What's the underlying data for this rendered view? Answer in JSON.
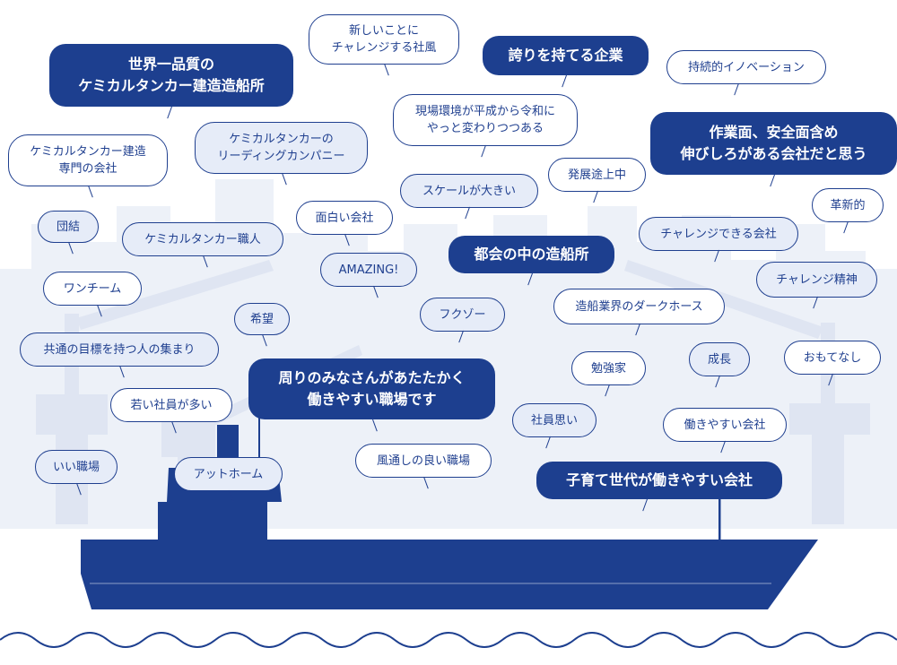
{
  "colors": {
    "navy": "#1d3f8f",
    "light_blue": "#e6ecf8",
    "background_city": "#edf1f8",
    "white": "#ffffff"
  },
  "bubbles": [
    {
      "id": "world-quality",
      "text": "世界一品質の\nケミカルタンカー建造造船所",
      "style": "dark"
    },
    {
      "id": "new-challenge",
      "text": "新しいことに\nチャレンジする社風",
      "style": "white"
    },
    {
      "id": "proud-company",
      "text": "誇りを持てる企業",
      "style": "dark"
    },
    {
      "id": "sustainable-innovation",
      "text": "持続的イノベーション",
      "style": "white"
    },
    {
      "id": "workplace-change",
      "text": "現場環境が平成から令和に\nやっと変わりつつある",
      "style": "white"
    },
    {
      "id": "room-to-grow",
      "text": "作業面、安全面含め\n伸びしろがある会社だと思う",
      "style": "dark"
    },
    {
      "id": "specialist",
      "text": "ケミカルタンカー建造\n専門の会社",
      "style": "white"
    },
    {
      "id": "leading-company",
      "text": "ケミカルタンカーの\nリーディングカンパニー",
      "style": "light"
    },
    {
      "id": "growing",
      "text": "発展途上中",
      "style": "white"
    },
    {
      "id": "large-scale",
      "text": "スケールが大きい",
      "style": "light"
    },
    {
      "id": "innovative",
      "text": "革新的",
      "style": "white"
    },
    {
      "id": "unity",
      "text": "団結",
      "style": "light"
    },
    {
      "id": "craftsman",
      "text": "ケミカルタンカー職人",
      "style": "light"
    },
    {
      "id": "interesting",
      "text": "面白い会社",
      "style": "white"
    },
    {
      "id": "urban-shipyard",
      "text": "都会の中の造船所",
      "style": "dark"
    },
    {
      "id": "can-challenge",
      "text": "チャレンジできる会社",
      "style": "light"
    },
    {
      "id": "amazing",
      "text": "AMAZING!",
      "style": "light"
    },
    {
      "id": "one-team",
      "text": "ワンチーム",
      "style": "white"
    },
    {
      "id": "challenge-spirit",
      "text": "チャレンジ精神",
      "style": "light"
    },
    {
      "id": "dark-horse",
      "text": "造船業界のダークホース",
      "style": "white"
    },
    {
      "id": "hope",
      "text": "希望",
      "style": "light"
    },
    {
      "id": "fukuzo",
      "text": "フクゾー",
      "style": "light"
    },
    {
      "id": "common-goal",
      "text": "共通の目標を持つ人の集まり",
      "style": "light"
    },
    {
      "id": "growth",
      "text": "成長",
      "style": "light"
    },
    {
      "id": "hospitality",
      "text": "おもてなし",
      "style": "white"
    },
    {
      "id": "warm-people",
      "text": "周りのみなさんがあたたかく\n働きやすい職場です",
      "style": "dark"
    },
    {
      "id": "hardworking",
      "text": "勉強家",
      "style": "white"
    },
    {
      "id": "young-staff",
      "text": "若い社員が多い",
      "style": "white"
    },
    {
      "id": "cares-employees",
      "text": "社員思い",
      "style": "light"
    },
    {
      "id": "easy-to-work",
      "text": "働きやすい会社",
      "style": "white"
    },
    {
      "id": "good-workplace",
      "text": "いい職場",
      "style": "light"
    },
    {
      "id": "homey",
      "text": "アットホーム",
      "style": "light"
    },
    {
      "id": "open-workplace",
      "text": "風通しの良い職場",
      "style": "white"
    },
    {
      "id": "parent-friendly",
      "text": "子育て世代が働きやすい会社",
      "style": "dark"
    }
  ]
}
